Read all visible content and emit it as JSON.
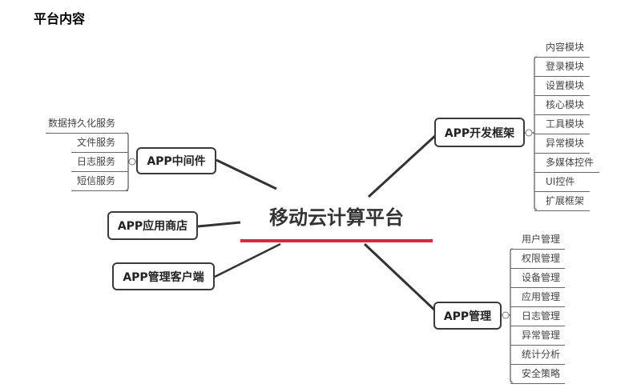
{
  "page_title": "平台内容",
  "center_topic": "移动云计算平台",
  "branches": {
    "dev_framework": {
      "label": "APP开发框架",
      "children": [
        "内容模块",
        "登录模块",
        "设置模块",
        "核心模块",
        "工具模块",
        "异常模块",
        "多媒体控件",
        "UI控件",
        "扩展框架"
      ]
    },
    "middleware": {
      "label": "APP中间件",
      "children": [
        "数据持久化服务",
        "文件服务",
        "日志服务",
        "短信服务"
      ]
    },
    "app_store": {
      "label": "APP应用商店"
    },
    "mgmt_client": {
      "label": "APP管理客户端"
    },
    "app_mgmt": {
      "label": "APP管理",
      "children": [
        "用户管理",
        "权限管理",
        "设备管理",
        "应用管理",
        "日志管理",
        "异常管理",
        "统计分析",
        "安全策略"
      ]
    }
  },
  "colors": {
    "accent": "#e0253f",
    "line": "#333333"
  }
}
